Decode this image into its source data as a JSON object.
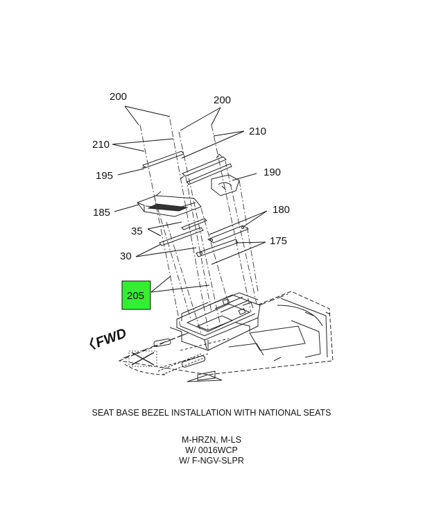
{
  "callouts": {
    "c200a": "200",
    "c200b": "200",
    "c210a": "210",
    "c210b": "210",
    "c195": "195",
    "c190": "190",
    "c185": "185",
    "c180": "180",
    "c35": "35",
    "c30": "30",
    "c175": "175",
    "c205": "205"
  },
  "highlight": {
    "label": "205",
    "color": "#33ee33"
  },
  "direction_marker": "FWD",
  "caption": "SEAT BASE BEZEL INSTALLATION WITH NATIONAL SEATS",
  "variants": [
    "M-HRZN, M-LS",
    "W/ 0016WCP",
    "W/ F-NGV-SLPR"
  ]
}
